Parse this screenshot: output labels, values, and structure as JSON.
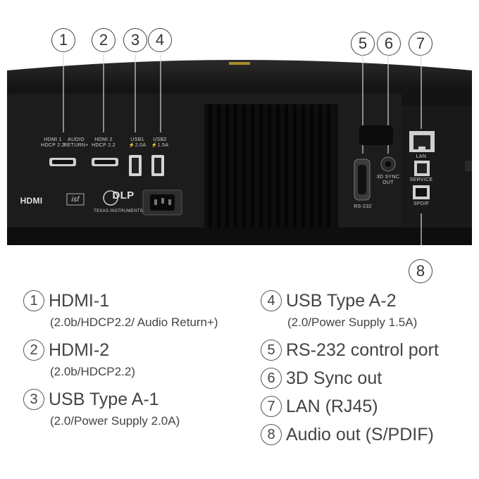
{
  "callouts": [
    "1",
    "2",
    "3",
    "4",
    "5",
    "6",
    "7",
    "8"
  ],
  "panel_labels": {
    "hdmi1": "HDMI 1",
    "hdmi1_sub": "HDCP 2.2",
    "audio_return": "AUDIO\nRETURN+",
    "hdmi2": "HDMI 2",
    "hdmi2_sub": "HDCP 2.2",
    "usb1": "USB1",
    "usb1_power": "⚡2.0A",
    "usb2": "USB2",
    "usb2_power": "⚡1.5A",
    "rs232": "RS-232",
    "sync_out": "3D SYNC\nOUT",
    "lan": "LAN",
    "service": "SERVICE",
    "spdif": "SPDIF",
    "hdmi_logo": "HDMI",
    "isf_logo": "isf",
    "dlp_logo": "DLP",
    "ti_text": "TEXAS INSTRUMENTS"
  },
  "legend_left": [
    {
      "num": "1",
      "title": "HDMI-1",
      "sub": "(2.0b/HDCP2.2/ Audio Return+)"
    },
    {
      "num": "2",
      "title": "HDMI-2",
      "sub": "(2.0b/HDCP2.2)"
    },
    {
      "num": "3",
      "title": "USB Type A-1",
      "sub": "(2.0/Power Supply 2.0A)"
    }
  ],
  "legend_right": [
    {
      "num": "4",
      "title": "USB Type A-2",
      "sub": "(2.0/Power Supply 1.5A)"
    },
    {
      "num": "5",
      "title": "RS-232 control port"
    },
    {
      "num": "6",
      "title": "3D Sync out"
    },
    {
      "num": "7",
      "title": "LAN (RJ45)"
    },
    {
      "num": "8",
      "title": "Audio out (S/PDIF)"
    }
  ],
  "colors": {
    "body": "#161616",
    "panel": "#1e1e1e",
    "text": "#444444"
  }
}
